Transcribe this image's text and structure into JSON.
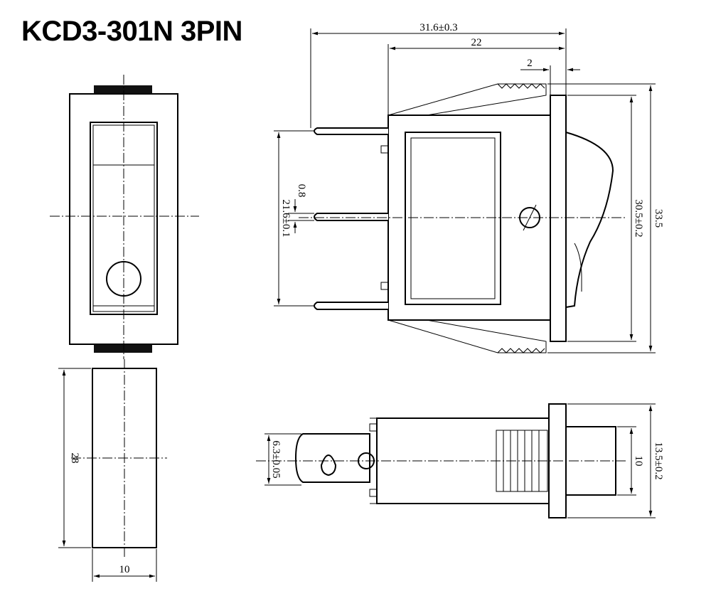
{
  "title": "KCD3-301N 3PIN",
  "dims": {
    "overall_length": "31.6±0.3",
    "body_length": "22",
    "flange": "2",
    "height_outer": "33.5",
    "height_bezel": "30.5±0.2",
    "pin_span": "21.6±0.1",
    "pin_thickness": "0.8",
    "side_height": "28",
    "side_width": "10",
    "tab_width": "6.3±0.05",
    "bezel_width": "13.5±0.2",
    "body_width": "10"
  }
}
